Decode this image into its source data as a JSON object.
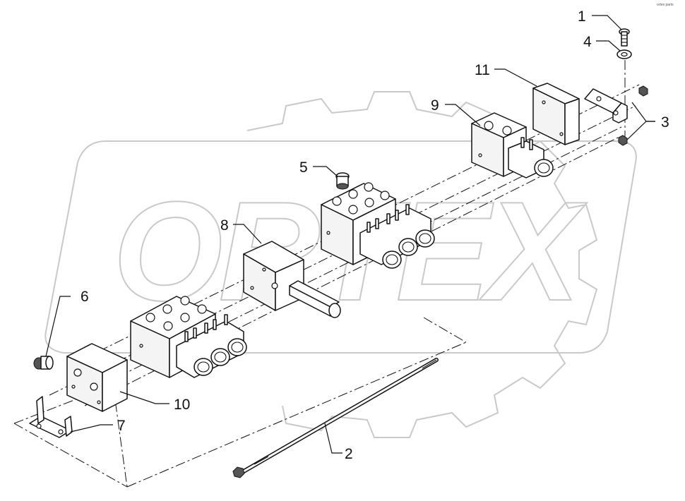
{
  "diagram": {
    "watermark": "ORTEX",
    "corner_mark": "ortex parts",
    "callouts": [
      {
        "id": "c1",
        "label": "1"
      },
      {
        "id": "c2",
        "label": "2"
      },
      {
        "id": "c3",
        "label": "3"
      },
      {
        "id": "c4",
        "label": "4"
      },
      {
        "id": "c5",
        "label": "5"
      },
      {
        "id": "c6",
        "label": "6"
      },
      {
        "id": "c7",
        "label": "7"
      },
      {
        "id": "c8",
        "label": "8"
      },
      {
        "id": "c9",
        "label": "9"
      },
      {
        "id": "c10",
        "label": "10"
      },
      {
        "id": "c11",
        "label": "11"
      }
    ]
  }
}
